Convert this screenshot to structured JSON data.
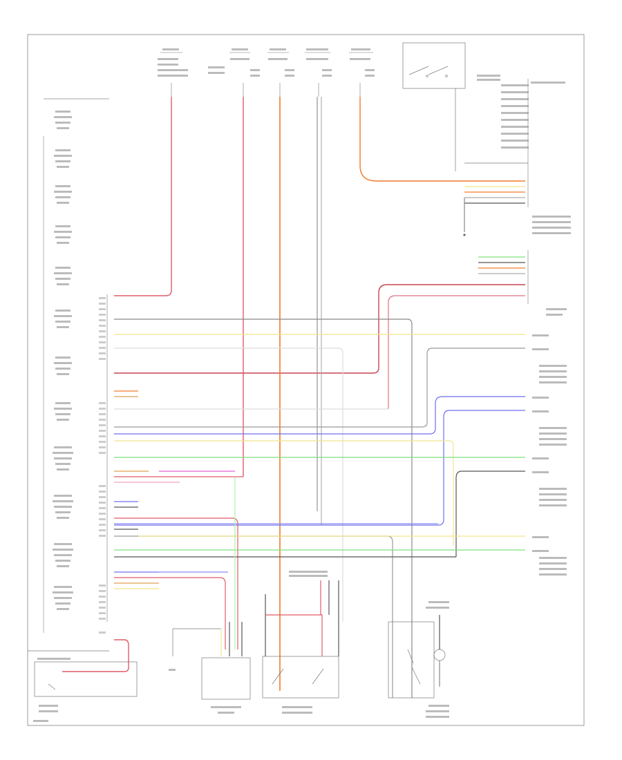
{
  "diagram": {
    "footer_code": "",
    "colors": {
      "frame": "#999999",
      "component": "#777777",
      "red": "#e05a66",
      "orange": "#f07a2a",
      "yellow": "#f2e58c",
      "green": "#7ee07a",
      "blue": "#6d6df0",
      "dark": "#555555",
      "gray": "#aaaaaa",
      "pink": "#e060d0",
      "lightblue": "#8a8af5"
    },
    "left_components": [
      {
        "id": "left-front-sensor"
      },
      {
        "id": "left-rear-sensor-1"
      },
      {
        "id": "right-front-sensor"
      },
      {
        "id": "right-rear-sensor-1"
      },
      {
        "id": "left-front-sensor-2"
      },
      {
        "id": "left-rear-sensor-2"
      },
      {
        "id": "right-front-sensor-2"
      },
      {
        "id": "right-rear-sensor-2"
      },
      {
        "id": "left-rear-solenoid"
      },
      {
        "id": "right-rear-solenoid"
      },
      {
        "id": "right-front-solenoid"
      },
      {
        "id": "left-front-solenoid"
      }
    ],
    "bottom_components": [
      {
        "id": "brake-sensor"
      },
      {
        "id": "brake-light-switch"
      },
      {
        "id": "trunk-switch"
      },
      {
        "id": "instrument-lamp"
      }
    ]
  }
}
